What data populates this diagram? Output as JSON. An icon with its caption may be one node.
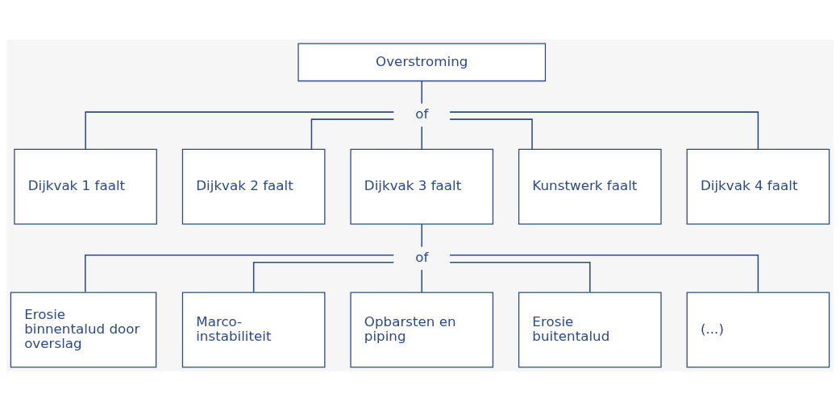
{
  "diagram": {
    "nodes": [
      {
        "text": [
          "Overstroming"
        ]
      },
      {
        "text": [
          "of"
        ]
      },
      {
        "text": [
          "Dijkvak 1 faalt"
        ]
      },
      {
        "text": [
          "Dijkvak 2 faalt"
        ]
      },
      {
        "text": [
          "Dijkvak 3 faalt"
        ]
      },
      {
        "text": [
          "Kunstwerk faalt"
        ]
      },
      {
        "text": [
          "Dijkvak 4 faalt"
        ]
      },
      {
        "text": [
          "of"
        ]
      },
      {
        "text": [
          "Erosie binnentalud door overslag"
        ]
      },
      {
        "text": [
          "Marco- instabiliteit"
        ]
      },
      {
        "text": [
          "Opbarsten en piping"
        ]
      },
      {
        "text": [
          "Erosie buitentalud"
        ]
      },
      {
        "text": [
          "(...)"
        ]
      }
    ],
    "edges": [
      {
        "from": 0,
        "to": 1,
        "arrow": "none"
      },
      {
        "from": 1,
        "to": 2,
        "arrow": "none"
      },
      {
        "from": 1,
        "to": 3,
        "arrow": "none"
      },
      {
        "from": 1,
        "to": 4,
        "arrow": "none"
      },
      {
        "from": 1,
        "to": 5,
        "arrow": "none"
      },
      {
        "from": 1,
        "to": 6,
        "arrow": "none"
      },
      {
        "from": 4,
        "to": 7,
        "arrow": "none"
      },
      {
        "from": 7,
        "to": 8,
        "arrow": "none"
      },
      {
        "from": 7,
        "to": 9,
        "arrow": "none"
      },
      {
        "from": 7,
        "to": 10,
        "arrow": "none"
      },
      {
        "from": 7,
        "to": 11,
        "arrow": "none"
      },
      {
        "from": 7,
        "to": 12,
        "arrow": "none"
      }
    ]
  }
}
